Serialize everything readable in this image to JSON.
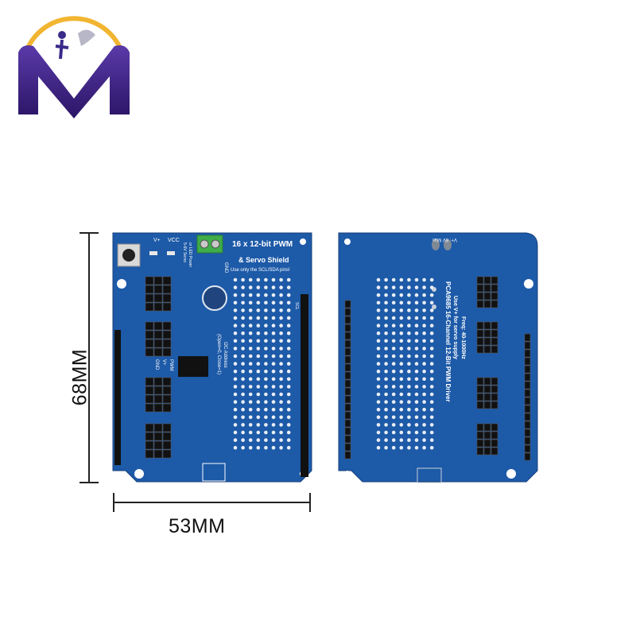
{
  "dimensions": {
    "height_label": "68MM",
    "width_label": "53MM"
  },
  "front_board": {
    "title_line1": "16 x 12-bit PWM",
    "title_line2": "& Servo Shield",
    "note": "Use only the SCL/SDA pins!",
    "vplus": "V+",
    "vcc": "VCC",
    "gnd": "GND",
    "power_note": "5-6V Servo",
    "power_note2": "or LED Power",
    "pwm": "PWM",
    "vplus2": "V+",
    "gnd2": "GND",
    "i2c_line1": "I2C Address",
    "i2c_line2": "(Open=0, Close=1)",
    "scl": "SCL"
  },
  "back_board": {
    "line1": "PCA9685 16-Channel 12-Bit PWM Driver",
    "line2": "Use V+ for servo supply",
    "line3": "Freq: 40-1000Hz",
    "top_label": "V+: 6V Max"
  },
  "colors": {
    "pcb": "#1d5aa8",
    "pcb_dark": "#15457f",
    "terminal": "#3fae49",
    "logo_purple": "#3a1f7a",
    "logo_gold": "#f2b531"
  }
}
